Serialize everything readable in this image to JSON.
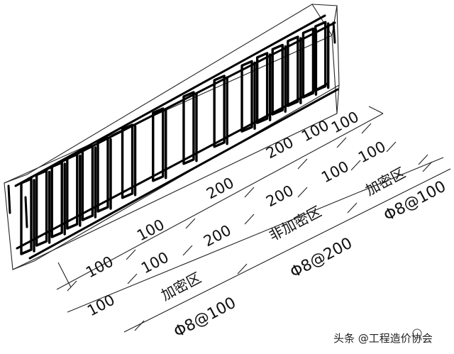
{
  "dimensions": {
    "row1": [
      "100",
      "100",
      "200",
      "200",
      "100",
      "100"
    ],
    "row2": [
      "100",
      "100",
      "200",
      "200",
      "100",
      "100"
    ]
  },
  "zones": {
    "dense_left": "加密区",
    "non_dense": "非加密区",
    "dense_right": "加密区"
  },
  "specs": {
    "left": "Φ8@100",
    "middle": "Φ8@200",
    "right": "Φ8@100"
  },
  "watermark": "头条 @工程造价协会"
}
